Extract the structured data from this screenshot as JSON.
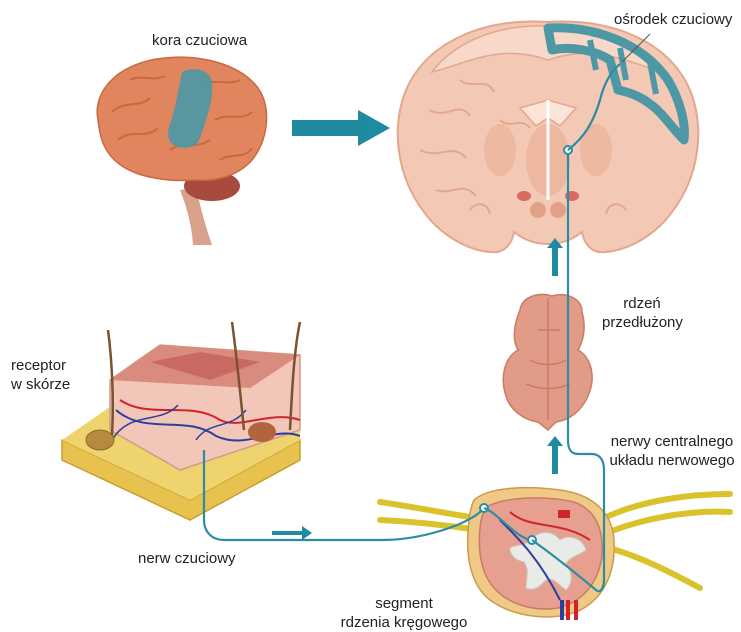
{
  "labels": {
    "sensory_cortex": "kora czuciowa",
    "sensory_center": "ośrodek czuciowy",
    "medulla_line1": "rdzeń",
    "medulla_line2": "przedłużony",
    "receptor_line1": "receptor",
    "receptor_line2": "w skórze",
    "cns_nerves_line1": "nerwy centralnego",
    "cns_nerves_line2": "układu nerwowego",
    "sensory_nerve": "nerw czuciowy",
    "segment_line1": "segment",
    "segment_line2": "rdzenia kręgowego"
  },
  "colors": {
    "pathway": "#2a8da3",
    "arrow": "#1f8aa0",
    "sensory_area": "#4e98a6",
    "brain_tissue": "#e0855e",
    "section_tissue": "#f3c9b5",
    "medulla": "#e29b86",
    "skin_fat": "#e8c24f",
    "nerve_bundle": "#d9c22a",
    "vessel_red": "#d2232a",
    "vessel_blue": "#2a3f9e"
  },
  "icons": {
    "big_arrow": "arrow-right-icon",
    "small_arrows": "arrow-up-icon"
  }
}
